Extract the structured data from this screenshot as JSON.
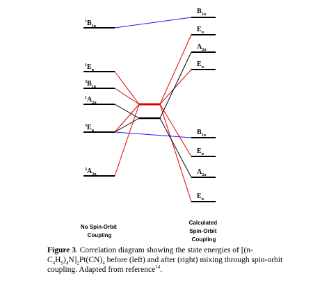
{
  "diagram": {
    "left_states": [
      {
        "id": "L_B1u",
        "mult": "1",
        "sym": "B",
        "sub": "1u"
      },
      {
        "id": "L_1Eu",
        "mult": "1",
        "sym": "E",
        "sub": "u"
      },
      {
        "id": "L_3B1u",
        "mult": "3",
        "sym": "B",
        "sub": "1u"
      },
      {
        "id": "L_1A2u",
        "mult": "1",
        "sym": "A",
        "sub": "2u"
      },
      {
        "id": "L_3Eu",
        "mult": "3",
        "sym": "E",
        "sub": "u"
      },
      {
        "id": "L_3A2u",
        "mult": "3",
        "sym": "A",
        "sub": "2u"
      }
    ],
    "right_states": [
      {
        "id": "R_B1u_top",
        "sym": "B",
        "sub": "1u"
      },
      {
        "id": "R_Eu_1",
        "sym": "E",
        "sub": "u"
      },
      {
        "id": "R_A2u_1",
        "sym": "A",
        "sub": "2u"
      },
      {
        "id": "R_Eu_2",
        "sym": "E",
        "sub": "u"
      },
      {
        "id": "R_B1u_mid",
        "sym": "B",
        "sub": "1u"
      },
      {
        "id": "R_Eu_3",
        "sym": "E",
        "sub": "u"
      },
      {
        "id": "R_A2u_2",
        "sym": "A",
        "sub": "2u"
      },
      {
        "id": "R_Eu_4",
        "sym": "E",
        "sub": "u"
      }
    ],
    "left_column_label": [
      "No Spin-Orbit",
      "Coupling"
    ],
    "right_column_label": [
      "Calculated",
      "Spin-Orbit",
      "Coupling"
    ],
    "colors": {
      "red": "#e00000",
      "blue": "#1a1aff",
      "black": "#000000"
    }
  },
  "caption": {
    "figure_label": "Figure 3",
    "text_1": ". Correlation diagram showing the state energies of [(n-C",
    "sub_1": "4",
    "text_2": "H",
    "sub_2": "9",
    "text_3": ")",
    "sub_3": "4",
    "text_4": "N]",
    "sub_4": "2",
    "text_5": "Pt(CN)",
    "sub_5": "4",
    "text_6": " before (left) and after (right) mixing through spin-orbit coupling. Adapted from reference",
    "ref_sup": "14",
    "text_7": "."
  }
}
